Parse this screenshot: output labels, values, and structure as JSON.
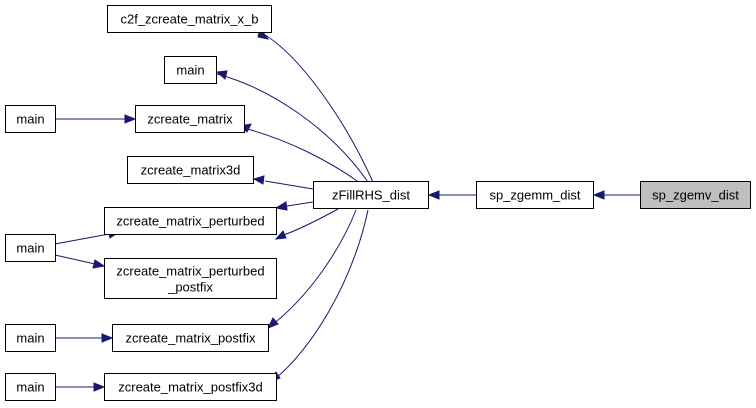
{
  "colors": {
    "node_fill": "#ffffff",
    "node_border": "#000000",
    "focus_fill": "#bfbfbf",
    "edge": "#191970"
  },
  "nodes": [
    {
      "id": "c2f",
      "lines": [
        "c2f_zcreate_matrix_x_b"
      ]
    },
    {
      "id": "main1",
      "lines": [
        "main"
      ]
    },
    {
      "id": "zcreate_matrix",
      "lines": [
        "zcreate_matrix"
      ]
    },
    {
      "id": "main2",
      "lines": [
        "main"
      ]
    },
    {
      "id": "zcreate_matrix3d",
      "lines": [
        "zcreate_matrix3d"
      ]
    },
    {
      "id": "zfill",
      "lines": [
        "zFillRHS_dist"
      ]
    },
    {
      "id": "gemm",
      "lines": [
        "sp_zgemm_dist"
      ]
    },
    {
      "id": "gemv",
      "lines": [
        "sp_zgemv_dist"
      ],
      "focus": true
    },
    {
      "id": "perturbed",
      "lines": [
        "zcreate_matrix_perturbed"
      ]
    },
    {
      "id": "main3",
      "lines": [
        "main"
      ]
    },
    {
      "id": "perturbed_postfix",
      "lines": [
        "zcreate_matrix_perturbed",
        "_postfix"
      ]
    },
    {
      "id": "main4",
      "lines": [
        "main"
      ]
    },
    {
      "id": "postfix",
      "lines": [
        "zcreate_matrix_postfix"
      ]
    },
    {
      "id": "main5",
      "lines": [
        "main"
      ]
    },
    {
      "id": "postfix3d",
      "lines": [
        "zcreate_matrix_postfix3d"
      ]
    }
  ]
}
